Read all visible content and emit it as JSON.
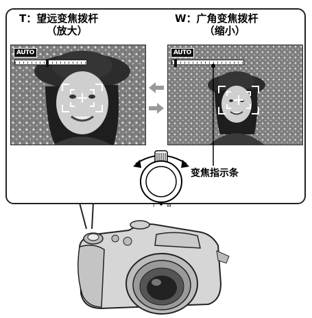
{
  "tele": {
    "heading": "T：望远变焦拨杆",
    "subheading": "（放大）",
    "auto_badge": "AUTO"
  },
  "wide": {
    "heading": "W：广角变焦拨杆",
    "subheading": "（缩小）",
    "auto_badge": "AUTO"
  },
  "zoom_indicator_label": "变焦指示条",
  "lever_labels": {
    "tele": "T",
    "wide": "W"
  },
  "tele_zoom_level": 0.45,
  "wide_zoom_level": 0.03,
  "colors": {
    "frame": "#222222",
    "arrow": "#999999"
  }
}
